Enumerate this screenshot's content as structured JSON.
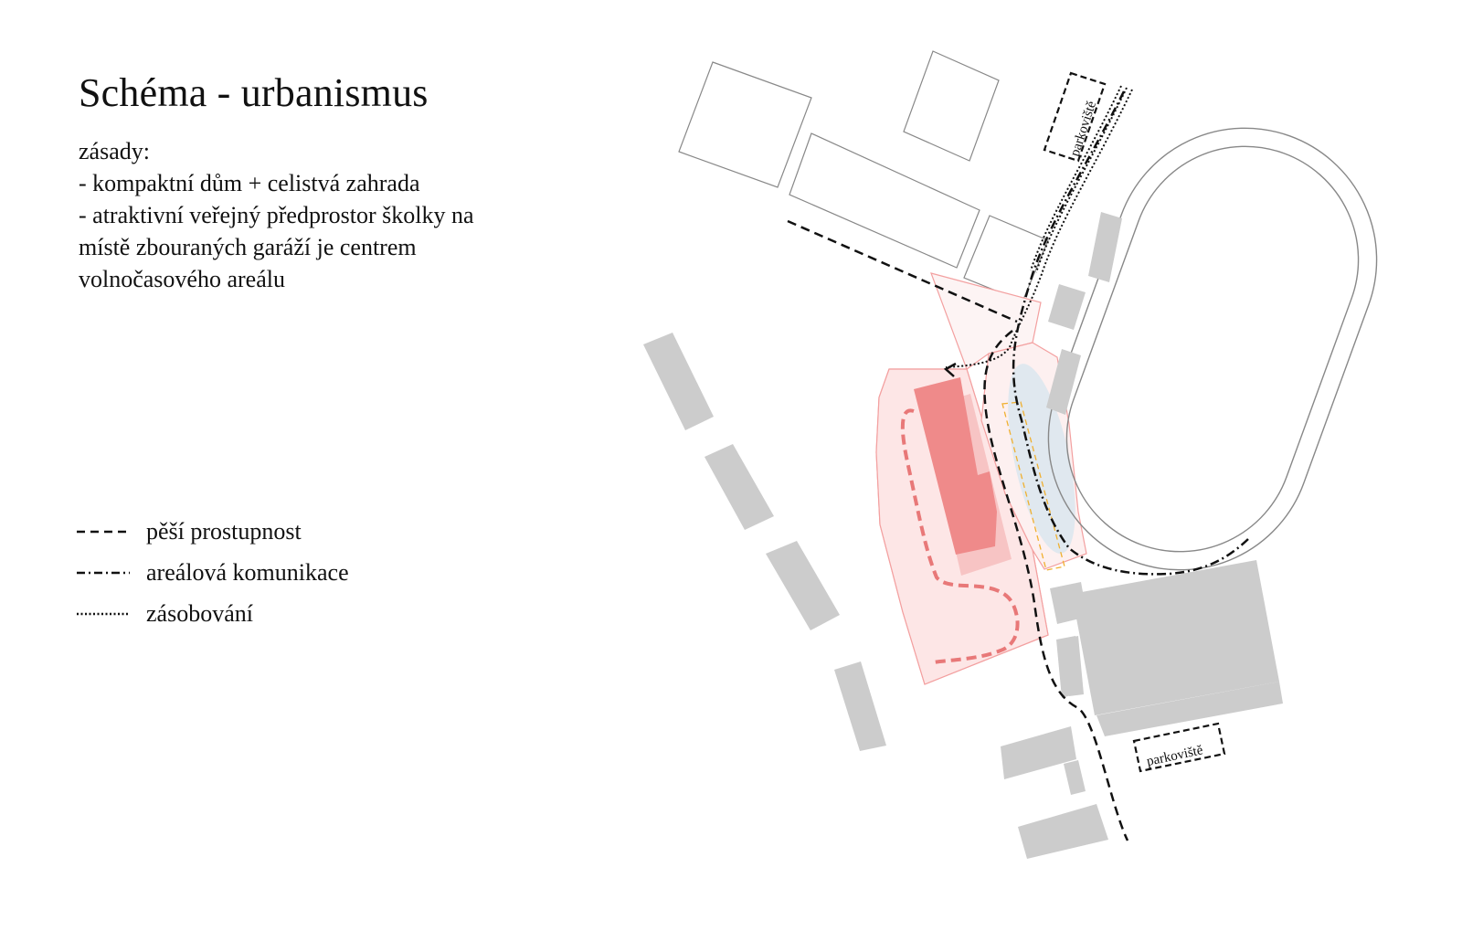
{
  "title": "Schéma - urbanismus",
  "principles": [
    "zásady:",
    "- kompaktní dům + celistvá zahrada",
    "- atraktivní veřejný předprostor školky na",
    "místě zbouraných garáží je centrem",
    "volnočasového areálu"
  ],
  "legend": [
    {
      "line": "dashed",
      "label": "pěší prostupnost"
    },
    {
      "line": "dash-dot",
      "label": "areálová komunikace"
    },
    {
      "line": "dotted",
      "label": "zásobování"
    }
  ],
  "map_labels": {
    "parking_north": "parkoviště",
    "parking_south": "parkoviště"
  },
  "colors": {
    "building_grey": "#cccccc",
    "kindergarten": "#ef8a8a",
    "garden_fill": "#fde9e9",
    "garden_border": "#f3a0a0",
    "garden_path": "#e87878",
    "public_square": "#dbe6ee",
    "play_area": "#f0b030",
    "outline": "#888888"
  }
}
